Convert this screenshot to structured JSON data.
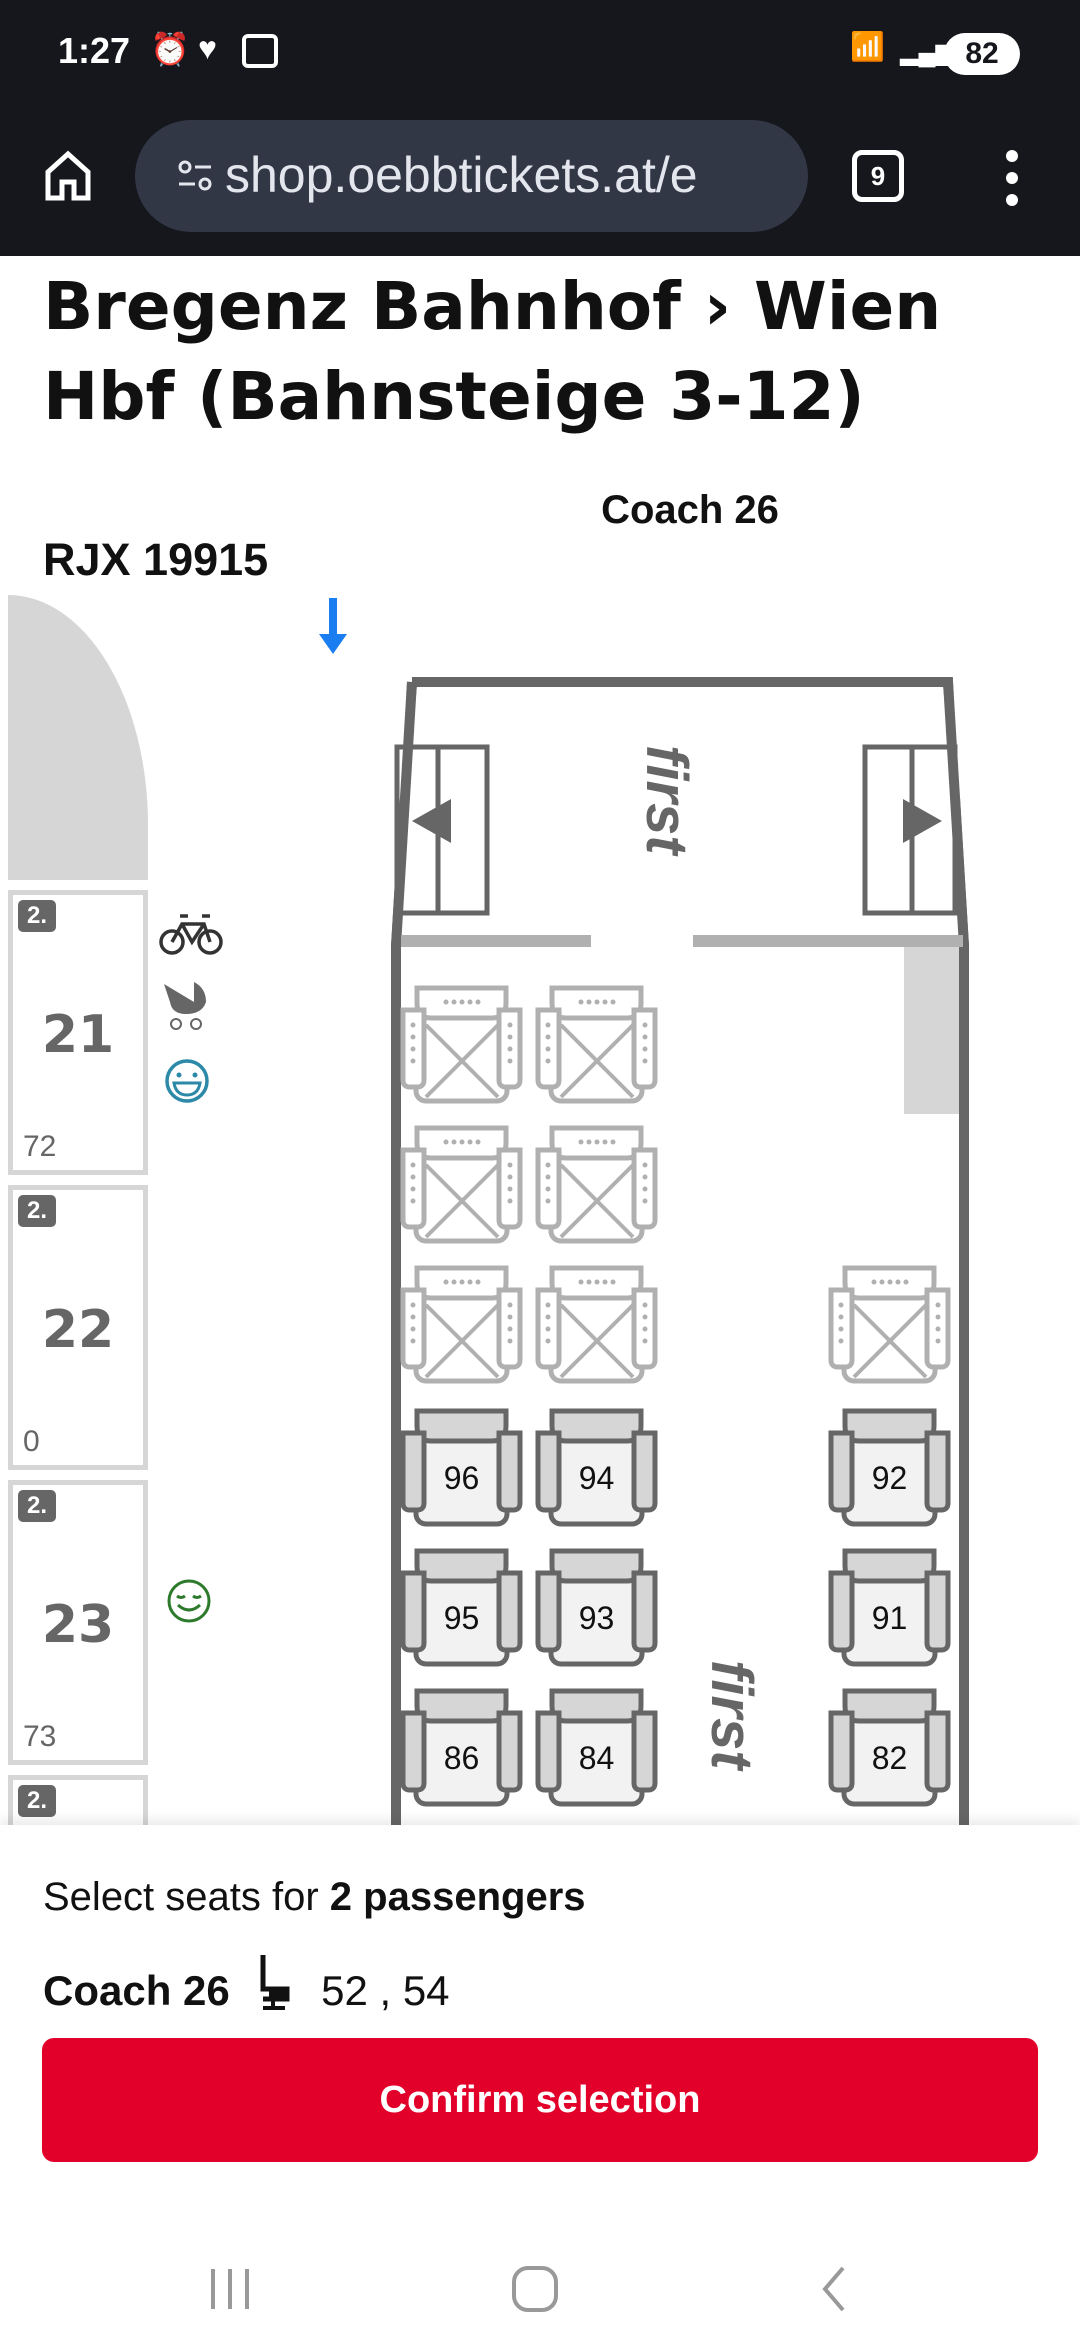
{
  "status_bar": {
    "time": "1:27",
    "battery": "82"
  },
  "browser": {
    "url": "shop.oebbtickets.at/e",
    "tab_count": "9"
  },
  "page": {
    "title": "Bregenz Bahnhof › Wien Hbf (Bahnsteige 3-12)",
    "coach_label": "Coach 26",
    "train_label": "RJX 19915",
    "floor_text": "first",
    "coaches": [
      {
        "class": "2.",
        "number": "21",
        "count": "72"
      },
      {
        "class": "2.",
        "number": "22",
        "count": "0"
      },
      {
        "class": "2.",
        "number": "23",
        "count": "73"
      },
      {
        "class": "2.",
        "number": "",
        "count": ""
      }
    ],
    "seat_rows": [
      {
        "seats": [
          {
            "n": "",
            "blocked": true,
            "col": 0
          },
          {
            "n": "",
            "blocked": true,
            "col": 1
          }
        ]
      },
      {
        "seats": [
          {
            "n": "",
            "blocked": true,
            "col": 0
          },
          {
            "n": "",
            "blocked": true,
            "col": 1
          }
        ]
      },
      {
        "seats": [
          {
            "n": "",
            "blocked": true,
            "col": 0
          },
          {
            "n": "",
            "blocked": true,
            "col": 1
          },
          {
            "n": "",
            "blocked": true,
            "col": 2
          }
        ]
      },
      {
        "seats": [
          {
            "n": "96",
            "col": 0
          },
          {
            "n": "94",
            "col": 1
          },
          {
            "n": "92",
            "col": 2
          }
        ]
      },
      {
        "seats": [
          {
            "n": "95",
            "col": 0
          },
          {
            "n": "93",
            "col": 1
          },
          {
            "n": "91",
            "col": 2
          }
        ]
      },
      {
        "seats": [
          {
            "n": "86",
            "col": 0
          },
          {
            "n": "84",
            "col": 1
          },
          {
            "n": "82",
            "col": 2
          }
        ]
      }
    ]
  },
  "panel": {
    "select_prefix": "Select seats for ",
    "select_bold": "2 passengers",
    "coach": "Coach 26",
    "seats": "52 , 54",
    "confirm_label": "Confirm selection"
  },
  "colors": {
    "accent": "#e2002a",
    "arrow": "#1a7ef0"
  }
}
